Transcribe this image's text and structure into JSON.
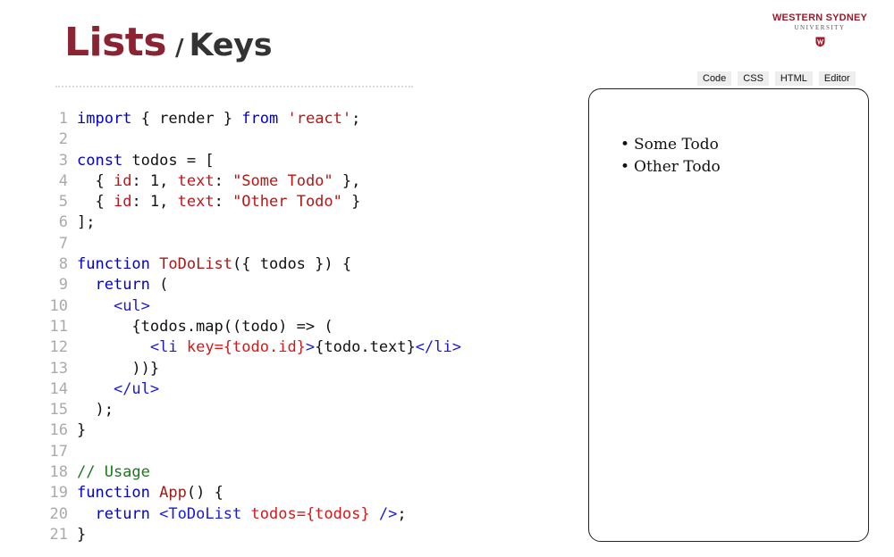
{
  "title": {
    "main": "Lists",
    "separator": "/",
    "sub": "Keys"
  },
  "logo": {
    "line1": "WESTERN SYDNEY",
    "line2": "UNIVERSITY",
    "crest_icon": "university-crest-icon"
  },
  "tabs": [
    {
      "label": "Code"
    },
    {
      "label": "CSS"
    },
    {
      "label": "HTML"
    },
    {
      "label": "Editor"
    }
  ],
  "code": {
    "lines": [
      {
        "n": "1",
        "tokens": [
          {
            "t": "import",
            "c": "kw"
          },
          {
            "t": " { ",
            "c": "plain"
          },
          {
            "t": "render",
            "c": "plain"
          },
          {
            "t": " } ",
            "c": "plain"
          },
          {
            "t": "from",
            "c": "kw"
          },
          {
            "t": " ",
            "c": "plain"
          },
          {
            "t": "'react'",
            "c": "str"
          },
          {
            "t": ";",
            "c": "plain"
          }
        ]
      },
      {
        "n": "2",
        "tokens": []
      },
      {
        "n": "3",
        "tokens": [
          {
            "t": "const",
            "c": "kw"
          },
          {
            "t": " todos = [",
            "c": "plain"
          }
        ]
      },
      {
        "n": "4",
        "tokens": [
          {
            "t": "  { ",
            "c": "plain"
          },
          {
            "t": "id",
            "c": "prop"
          },
          {
            "t": ": 1, ",
            "c": "plain"
          },
          {
            "t": "text",
            "c": "prop"
          },
          {
            "t": ": ",
            "c": "plain"
          },
          {
            "t": "\"Some Todo\"",
            "c": "str"
          },
          {
            "t": " },",
            "c": "plain"
          }
        ]
      },
      {
        "n": "5",
        "tokens": [
          {
            "t": "  { ",
            "c": "plain"
          },
          {
            "t": "id",
            "c": "prop"
          },
          {
            "t": ": 1, ",
            "c": "plain"
          },
          {
            "t": "text",
            "c": "prop"
          },
          {
            "t": ": ",
            "c": "plain"
          },
          {
            "t": "\"Other Todo\"",
            "c": "str"
          },
          {
            "t": " }",
            "c": "plain"
          }
        ]
      },
      {
        "n": "6",
        "tokens": [
          {
            "t": "];",
            "c": "plain"
          }
        ]
      },
      {
        "n": "7",
        "tokens": []
      },
      {
        "n": "8",
        "tokens": [
          {
            "t": "function",
            "c": "kw"
          },
          {
            "t": " ",
            "c": "plain"
          },
          {
            "t": "ToDoList",
            "c": "fn"
          },
          {
            "t": "({ todos }) {",
            "c": "plain"
          }
        ]
      },
      {
        "n": "9",
        "tokens": [
          {
            "t": "  ",
            "c": "plain"
          },
          {
            "t": "return",
            "c": "kw"
          },
          {
            "t": " (",
            "c": "plain"
          }
        ]
      },
      {
        "n": "10",
        "tokens": [
          {
            "t": "    ",
            "c": "plain"
          },
          {
            "t": "<ul>",
            "c": "tag"
          }
        ]
      },
      {
        "n": "11",
        "tokens": [
          {
            "t": "      {todos.map((todo) => (",
            "c": "plain"
          }
        ]
      },
      {
        "n": "12",
        "tokens": [
          {
            "t": "        ",
            "c": "plain"
          },
          {
            "t": "<li",
            "c": "tag"
          },
          {
            "t": " ",
            "c": "plain"
          },
          {
            "t": "key={todo.id}",
            "c": "attr"
          },
          {
            "t": ">",
            "c": "tag"
          },
          {
            "t": "{todo.text}",
            "c": "plain"
          },
          {
            "t": "</li>",
            "c": "tag"
          }
        ]
      },
      {
        "n": "13",
        "tokens": [
          {
            "t": "      ))}",
            "c": "plain"
          }
        ]
      },
      {
        "n": "14",
        "tokens": [
          {
            "t": "    ",
            "c": "plain"
          },
          {
            "t": "</ul>",
            "c": "tag"
          }
        ]
      },
      {
        "n": "15",
        "tokens": [
          {
            "t": "  );",
            "c": "plain"
          }
        ]
      },
      {
        "n": "16",
        "tokens": [
          {
            "t": "}",
            "c": "plain"
          }
        ]
      },
      {
        "n": "17",
        "tokens": []
      },
      {
        "n": "18",
        "tokens": [
          {
            "t": "// Usage",
            "c": "com"
          }
        ]
      },
      {
        "n": "19",
        "tokens": [
          {
            "t": "function",
            "c": "kw"
          },
          {
            "t": " ",
            "c": "plain"
          },
          {
            "t": "App",
            "c": "fn"
          },
          {
            "t": "() {",
            "c": "plain"
          }
        ]
      },
      {
        "n": "20",
        "tokens": [
          {
            "t": "  ",
            "c": "plain"
          },
          {
            "t": "return",
            "c": "kw"
          },
          {
            "t": " ",
            "c": "plain"
          },
          {
            "t": "<ToDoList",
            "c": "tag"
          },
          {
            "t": " ",
            "c": "plain"
          },
          {
            "t": "todos={todos}",
            "c": "attr"
          },
          {
            "t": " />",
            "c": "tag"
          },
          {
            "t": ";",
            "c": "plain"
          }
        ]
      },
      {
        "n": "21",
        "tokens": [
          {
            "t": "}",
            "c": "plain"
          }
        ]
      }
    ]
  },
  "preview": {
    "items": [
      "Some Todo",
      "Other Todo"
    ]
  }
}
